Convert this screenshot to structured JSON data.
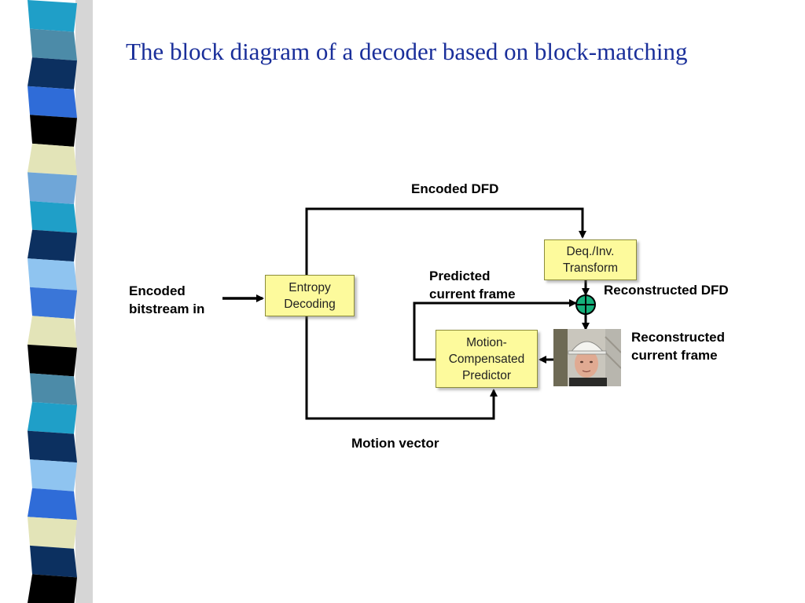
{
  "title": "The block diagram of a decoder based on block-matching",
  "theme": {
    "stripe_colors": [
      "#1f9fc8",
      "#4c8ba8",
      "#0c3060",
      "#2f6cd8",
      "#000000",
      "#e3e4b8",
      "#6fa6d8",
      "#1f9fc8",
      "#0c3060",
      "#8fc4f0",
      "#3a76d8",
      "#e3e4b8",
      "#000000",
      "#4c8ba8",
      "#1f9fc8",
      "#0c3060",
      "#8fc4f0",
      "#2f6cd8",
      "#e3e4b8",
      "#0c3060",
      "#000000"
    ],
    "block_fill": "#fdfa9c",
    "title_color": "#1a2f9a",
    "adder_color": "#15b07a"
  },
  "blocks": {
    "entropy": {
      "label": "Entropy\nDecoding"
    },
    "dequant": {
      "label": "Deq./Inv.\nTransform"
    },
    "mcp": {
      "label": "Motion-\nCompensated\nPredictor"
    }
  },
  "labels": {
    "encoded_dfd": "Encoded DFD",
    "bitstream_in": "Encoded\nbitstream in",
    "predicted_frame": "Predicted\ncurrent frame",
    "reconstructed_dfd": "Reconstructed DFD",
    "reconstructed_frame": "Reconstructed\ncurrent frame",
    "motion_vector": "Motion vector"
  },
  "adder": {
    "symbol": "plus-circle-icon"
  },
  "thumbnail": {
    "depicts": "person-in-hard-hat-photo"
  }
}
